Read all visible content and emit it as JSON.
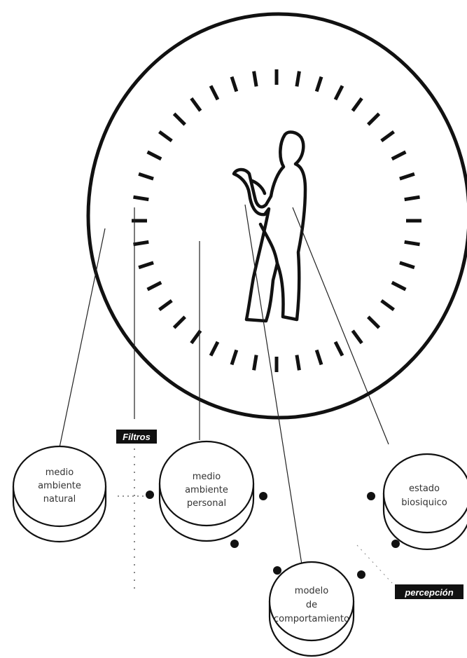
{
  "labels": {
    "filtros": "Filtros",
    "percepcion": "percepción"
  },
  "discs": {
    "natural": {
      "line1": "medio",
      "line2": "ambiente",
      "line3": "natural"
    },
    "personal": {
      "line1": "medio",
      "line2": "ambiente",
      "line3": "personal"
    },
    "biosiquico": {
      "line1": "estado",
      "line2": "biosiquico"
    },
    "comportamiento": {
      "line1": "modelo",
      "line2": "de",
      "line3": "comportamiento"
    }
  },
  "colors": {
    "ink": "#111111",
    "text": "#333333",
    "tag_background": "#111111"
  }
}
